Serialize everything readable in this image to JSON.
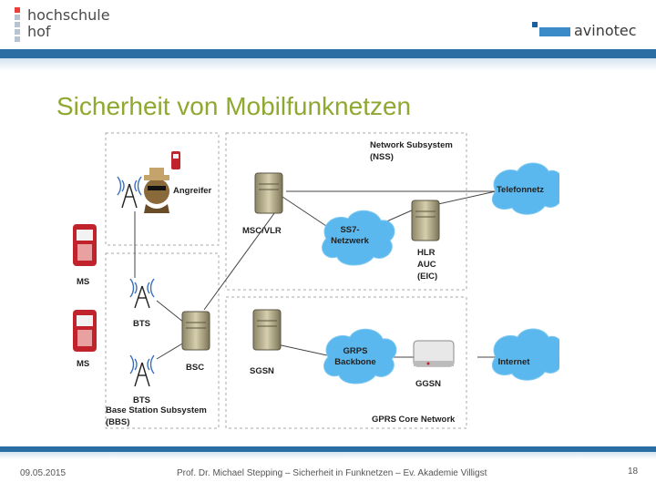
{
  "header": {
    "logo_left_line1": "hochschule",
    "logo_left_line2": "hof",
    "logo_right": "avinotec"
  },
  "title": "Sicherheit von Mobilfunknetzen",
  "diagram": {
    "nss_label_1": "Network Subsystem",
    "nss_label_2": "(NSS)",
    "angreifer": "Angreifer",
    "telefonnetz": "Telefonnetz",
    "msc_vlr": "MSC/VLR",
    "ss7_1": "SS7-",
    "ss7_2": "Netzwerk",
    "hlr_1": "HLR",
    "hlr_2": "AUC",
    "hlr_3": "(EIC)",
    "ms_1": "MS",
    "ms_2": "MS",
    "bts_1": "BTS",
    "bts_2": "BTS",
    "bsc": "BSC",
    "sgsn": "SGSN",
    "grps_1": "GRPS",
    "grps_2": "Backbone",
    "ggsn": "GGSN",
    "internet": "Internet",
    "bss_1": "Base Station Subsystem",
    "bss_2": "(BBS)",
    "gprs_core": "GPRS Core Network"
  },
  "footer": {
    "date": "09.05.2015",
    "text": "Prof. Dr. Michael Stepping – Sicherheit in Funknetzen – Ev. Akademie Villigst",
    "page": "18"
  },
  "colors": {
    "title": "#8ea830",
    "band": "#2b6ea4",
    "cloud": "#5ab8ee",
    "phone": "#c0232c"
  }
}
